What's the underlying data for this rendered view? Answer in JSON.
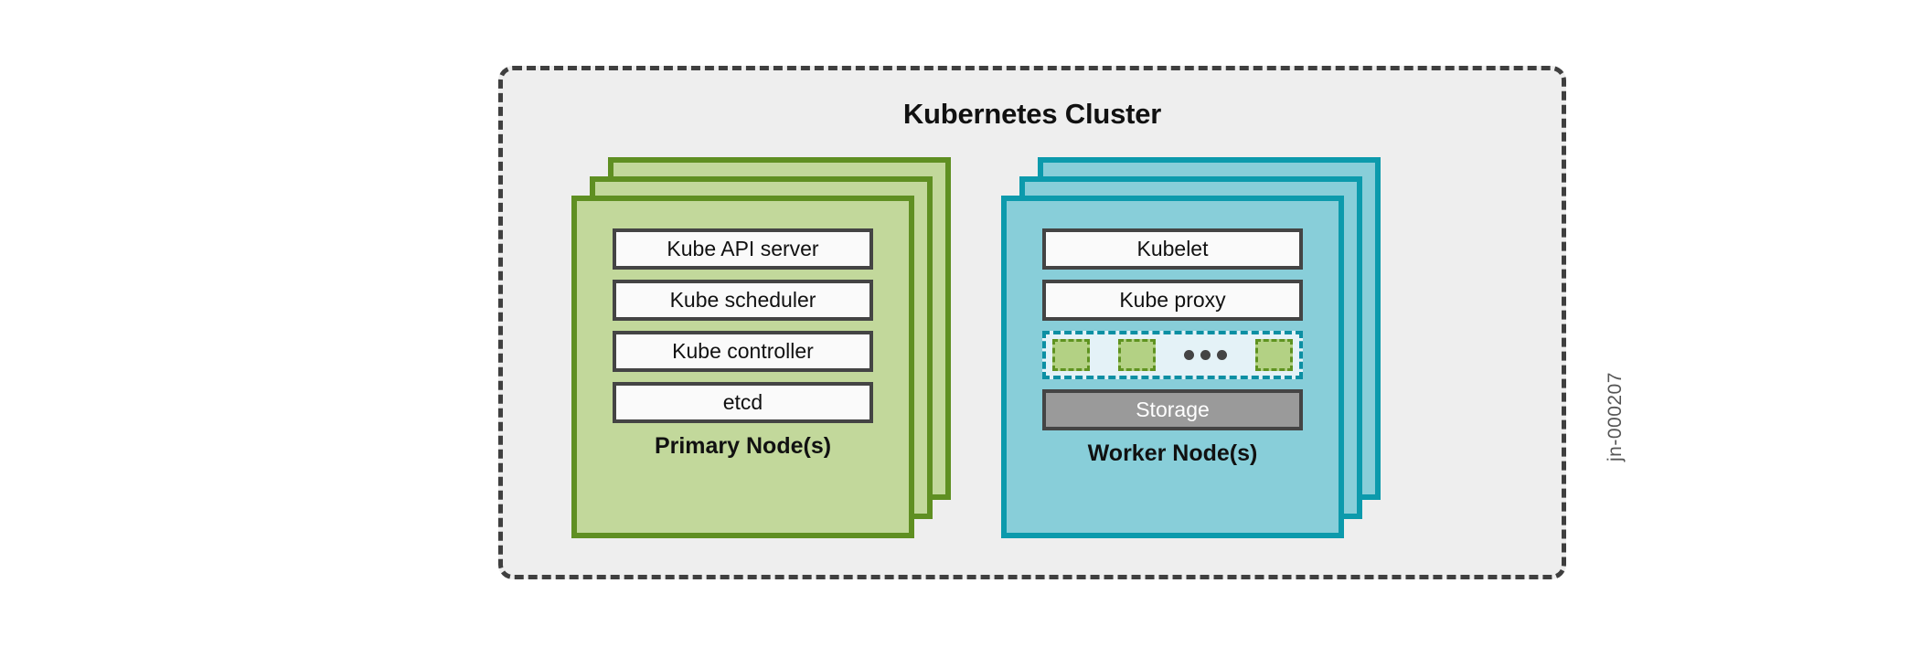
{
  "diagram": {
    "title": "Kubernetes Cluster",
    "watermark": "jn-000207",
    "colors": {
      "page_background": "#ffffff",
      "cluster_background": "#eeeeee",
      "cluster_border": "#3f3f3f",
      "primary_node_fill": "#c2d89b",
      "primary_node_border": "#5f8f22",
      "worker_node_fill": "#88ced9",
      "worker_node_border": "#0c9aac",
      "component_fill": "#fafafa",
      "component_border": "#444444",
      "storage_fill": "#9a9a9a",
      "storage_text": "#ffffff",
      "pod_group_fill": "#e4f2f7",
      "pod_group_border": "#0c8fa3",
      "pod_fill": "#b3d184",
      "pod_border": "#5f9320",
      "ellipsis_dot": "#444444"
    },
    "nodes": [
      {
        "id": "primary",
        "label": "Primary Node(s)",
        "stack_layers": 3,
        "components": [
          {
            "label": "Kube API server",
            "style": "plain"
          },
          {
            "label": "Kube scheduler",
            "style": "plain"
          },
          {
            "label": "Kube controller",
            "style": "plain"
          },
          {
            "label": "etcd",
            "style": "plain"
          }
        ]
      },
      {
        "id": "worker",
        "label": "Worker Node(s)",
        "stack_layers": 3,
        "components": [
          {
            "label": "Kubelet",
            "style": "plain"
          },
          {
            "label": "Kube proxy",
            "style": "plain"
          },
          {
            "label": "Storage",
            "style": "storage"
          }
        ],
        "pod_group": {
          "pod_count_visible": 3,
          "ellipsis_dots": 3
        }
      }
    ]
  }
}
